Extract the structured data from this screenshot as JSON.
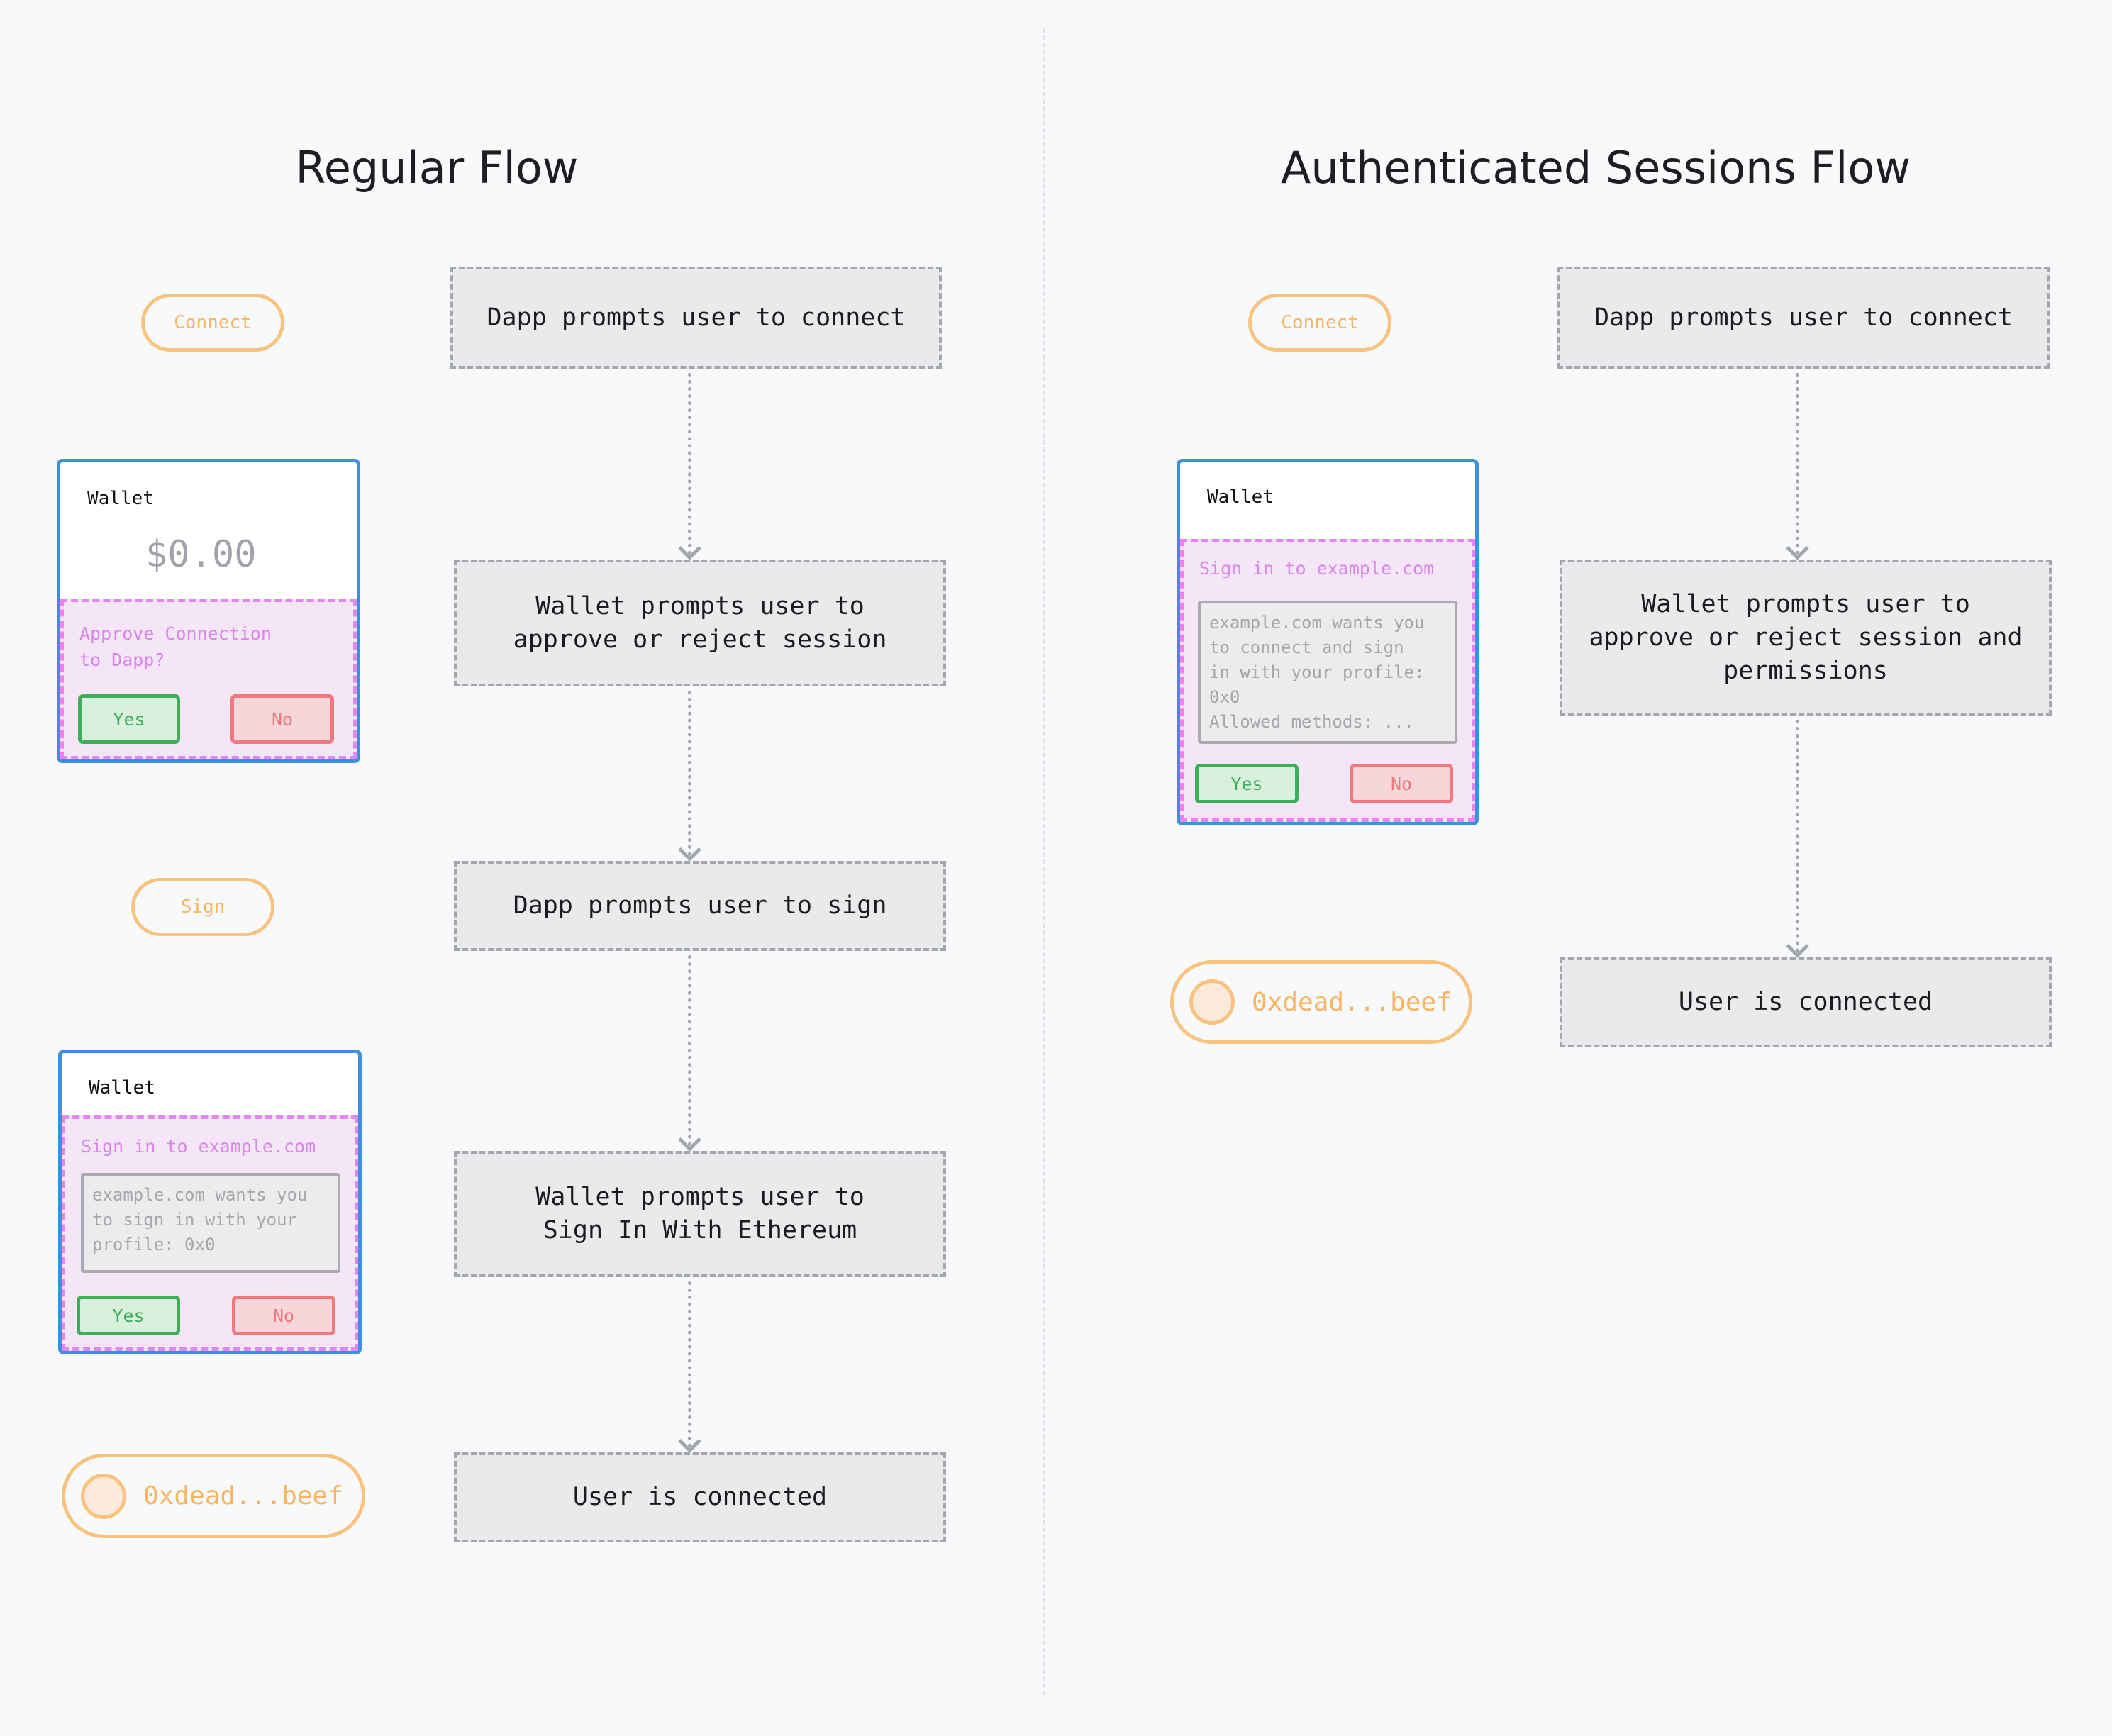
{
  "regular": {
    "title": "Regular Flow",
    "connect_button": "Connect",
    "sign_button": "Sign",
    "steps": [
      "Dapp prompts user to connect",
      "Wallet prompts user to\napprove or reject session",
      "Dapp prompts user to sign",
      "Wallet prompts user to\nSign In With Ethereum",
      "User is connected"
    ],
    "wallet_connect": {
      "title": "Wallet",
      "balance": "$0.00",
      "prompt": "Approve Connection\nto Dapp?",
      "yes": "Yes",
      "no": "No"
    },
    "wallet_sign": {
      "title": "Wallet",
      "prompt": "Sign in to example.com",
      "message": "example.com wants you\nto sign in with your\nprofile: 0x0",
      "yes": "Yes",
      "no": "No"
    },
    "account": "0xdead...beef"
  },
  "auth": {
    "title": "Authenticated Sessions Flow",
    "connect_button": "Connect",
    "steps": [
      "Dapp prompts user to connect",
      "Wallet prompts user to\napprove or reject session and\npermissions",
      "User is connected"
    ],
    "wallet": {
      "title": "Wallet",
      "prompt": "Sign in to example.com",
      "message": "example.com wants you\nto connect and sign\nin with your profile:\n0x0\nAllowed methods: ...",
      "yes": "Yes",
      "no": "No"
    },
    "account": "0xdead...beef"
  },
  "colors": {
    "background": "#f8f9fa",
    "wallet_border": "#3d8fe0",
    "prompt_border": "#e088ef",
    "accent_orange": "#f9c27e",
    "yes_green": "#3fae58",
    "no_red": "#ee7a7f",
    "step_border": "#a3a7ad"
  }
}
